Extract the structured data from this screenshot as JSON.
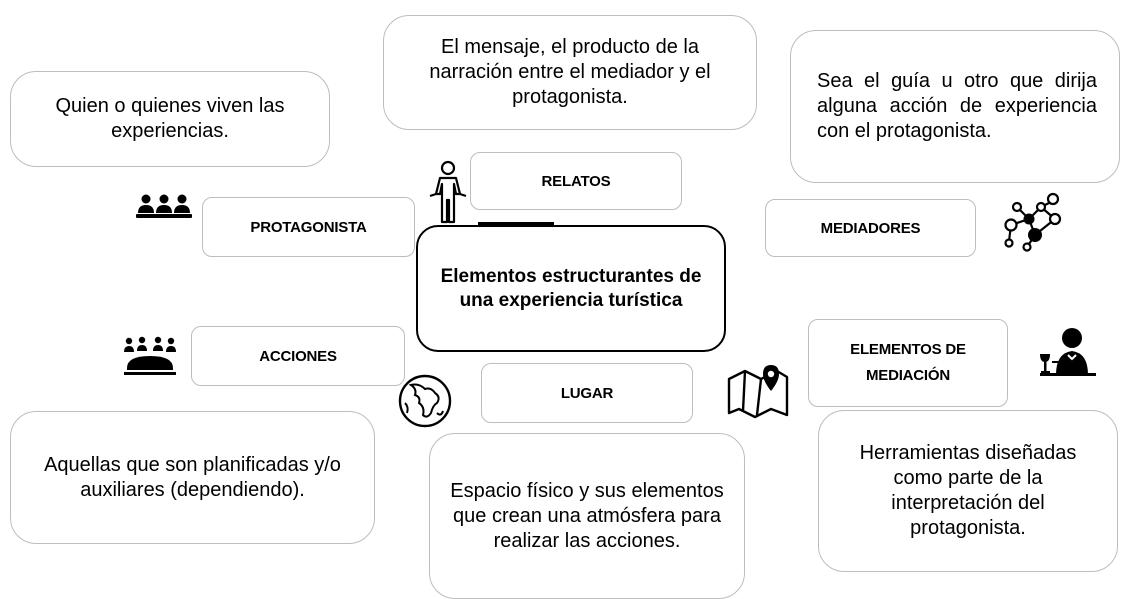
{
  "center": {
    "title": "Elementos estructurantes de una experiencia turística"
  },
  "labels": {
    "relatos": "RELATOS",
    "protagonista": "PROTAGONISTA",
    "mediadores": "MEDIADORES",
    "acciones": "ACCIONES",
    "lugar": "LUGAR",
    "elementos_mediacion": "ELEMENTOS DE MEDIACIÓN"
  },
  "descriptions": {
    "relatos": "El mensaje, el producto de la narración entre el mediador y el protagonista.",
    "protagonista": "Quien o quienes viven las experiencias.",
    "mediadores": "Sea el guía u otro que dirija alguna acción de experiencia con el protagonista.",
    "acciones": "Aquellas que son planificadas y/o auxiliares (dependiendo).",
    "lugar": "Espacio físico y sus elementos que crean una atmósfera para realizar las acciones.",
    "elementos_mediacion": "Herramientas diseñadas como parte de la interpretación del protagonista."
  },
  "icons": {
    "protagonista": "group-of-people-icon",
    "relatos": "person-standing-icon",
    "mediadores": "network-nodes-icon",
    "acciones": "audience-group-icon",
    "lugar": "globe-icon",
    "mapa": "map-location-icon",
    "elementos_mediacion": "waiter-icon"
  }
}
